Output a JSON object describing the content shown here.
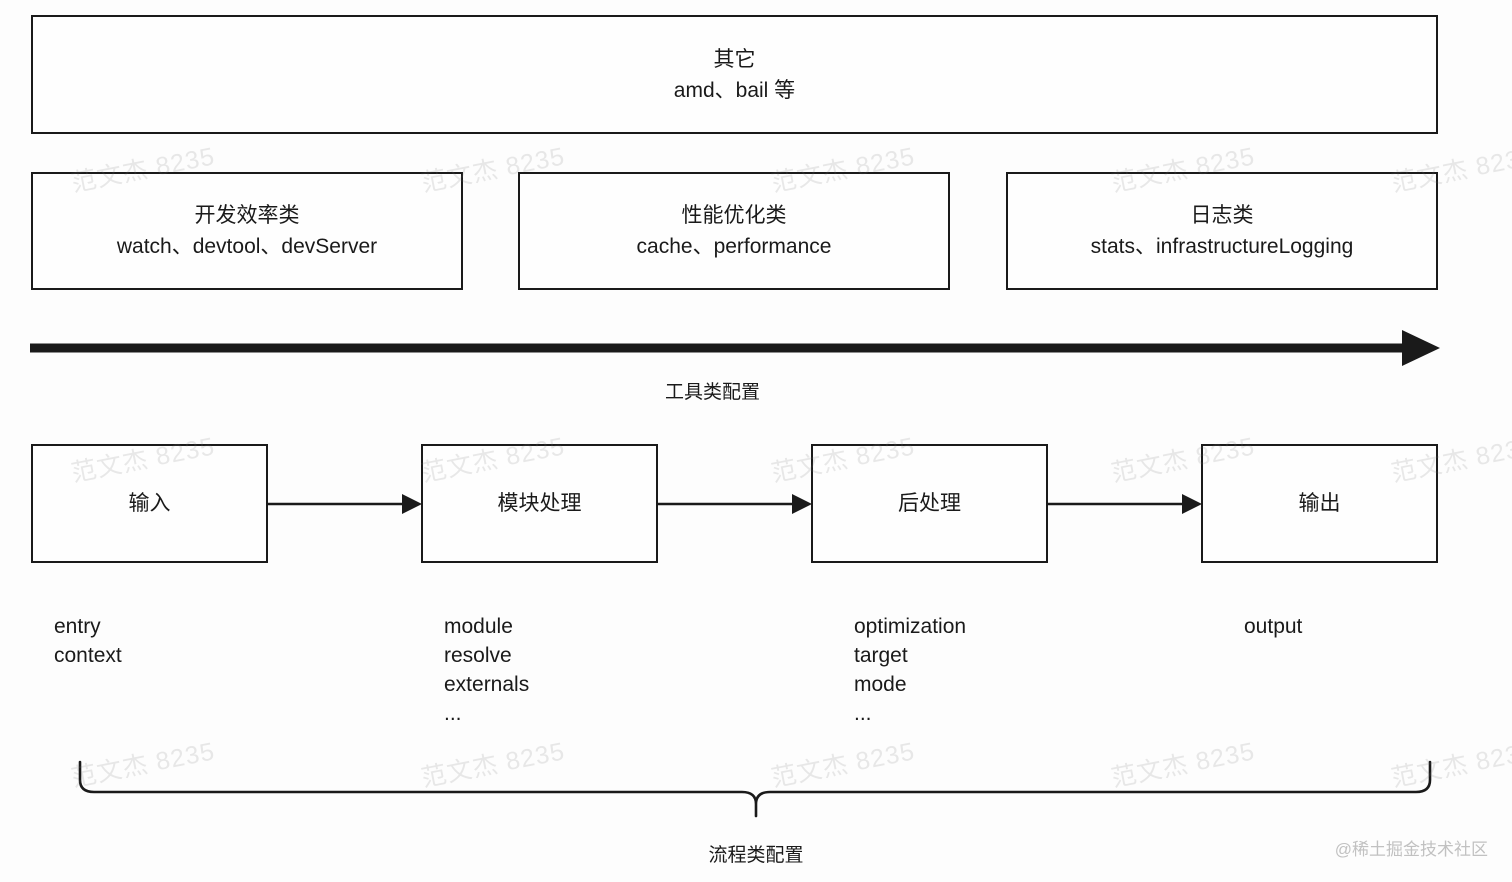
{
  "diagram": {
    "title_group": {
      "other_box": {
        "heading": "其它",
        "items": "amd、bail 等"
      },
      "categories": [
        {
          "heading": "开发效率类",
          "items": "watch、devtool、devServer"
        },
        {
          "heading": "性能优化类",
          "items": "cache、performance"
        },
        {
          "heading": "日志类",
          "items": "stats、infrastructureLogging"
        }
      ],
      "tool_arrow_label": "工具类配置"
    },
    "flow": {
      "stages": [
        {
          "label": "输入",
          "options": [
            "entry",
            "context"
          ]
        },
        {
          "label": "模块处理",
          "options": [
            "module",
            "resolve",
            "externals",
            "..."
          ]
        },
        {
          "label": "后处理",
          "options": [
            "optimization",
            "target",
            "mode",
            "..."
          ]
        },
        {
          "label": "输出",
          "options": [
            "output"
          ]
        }
      ],
      "brace_label": "流程类配置"
    },
    "watermark": {
      "repeat_text": "范文杰 8235",
      "corner_text": "@稀土掘金技术社区"
    },
    "colors": {
      "stroke": "#1a1a1a",
      "background": "#fdfdfd",
      "watermark": "rgba(120,120,120,0.16)"
    }
  }
}
